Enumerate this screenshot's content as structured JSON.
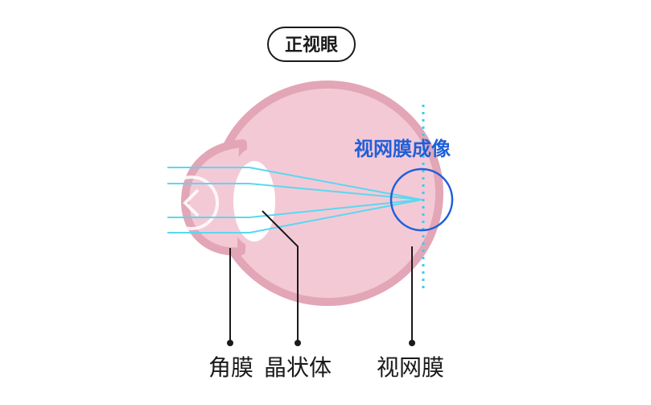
{
  "diagram": {
    "title": "正视眼",
    "focus_label": "视网膜成像",
    "labels": {
      "cornea": "角膜",
      "lens": "晶状体",
      "retina": "视网膜"
    }
  },
  "colors": {
    "eyeball_fill": "#f4c9d6",
    "eyeball_stroke": "#e2a6b7",
    "light_ray": "#5ad8f0",
    "focal_line": "#35d0ec",
    "focus_ring": "#1f5fd9",
    "focus_label": "#1f5fd9",
    "leader_line": "#1a1a1a",
    "text": "#1a1a1a"
  }
}
